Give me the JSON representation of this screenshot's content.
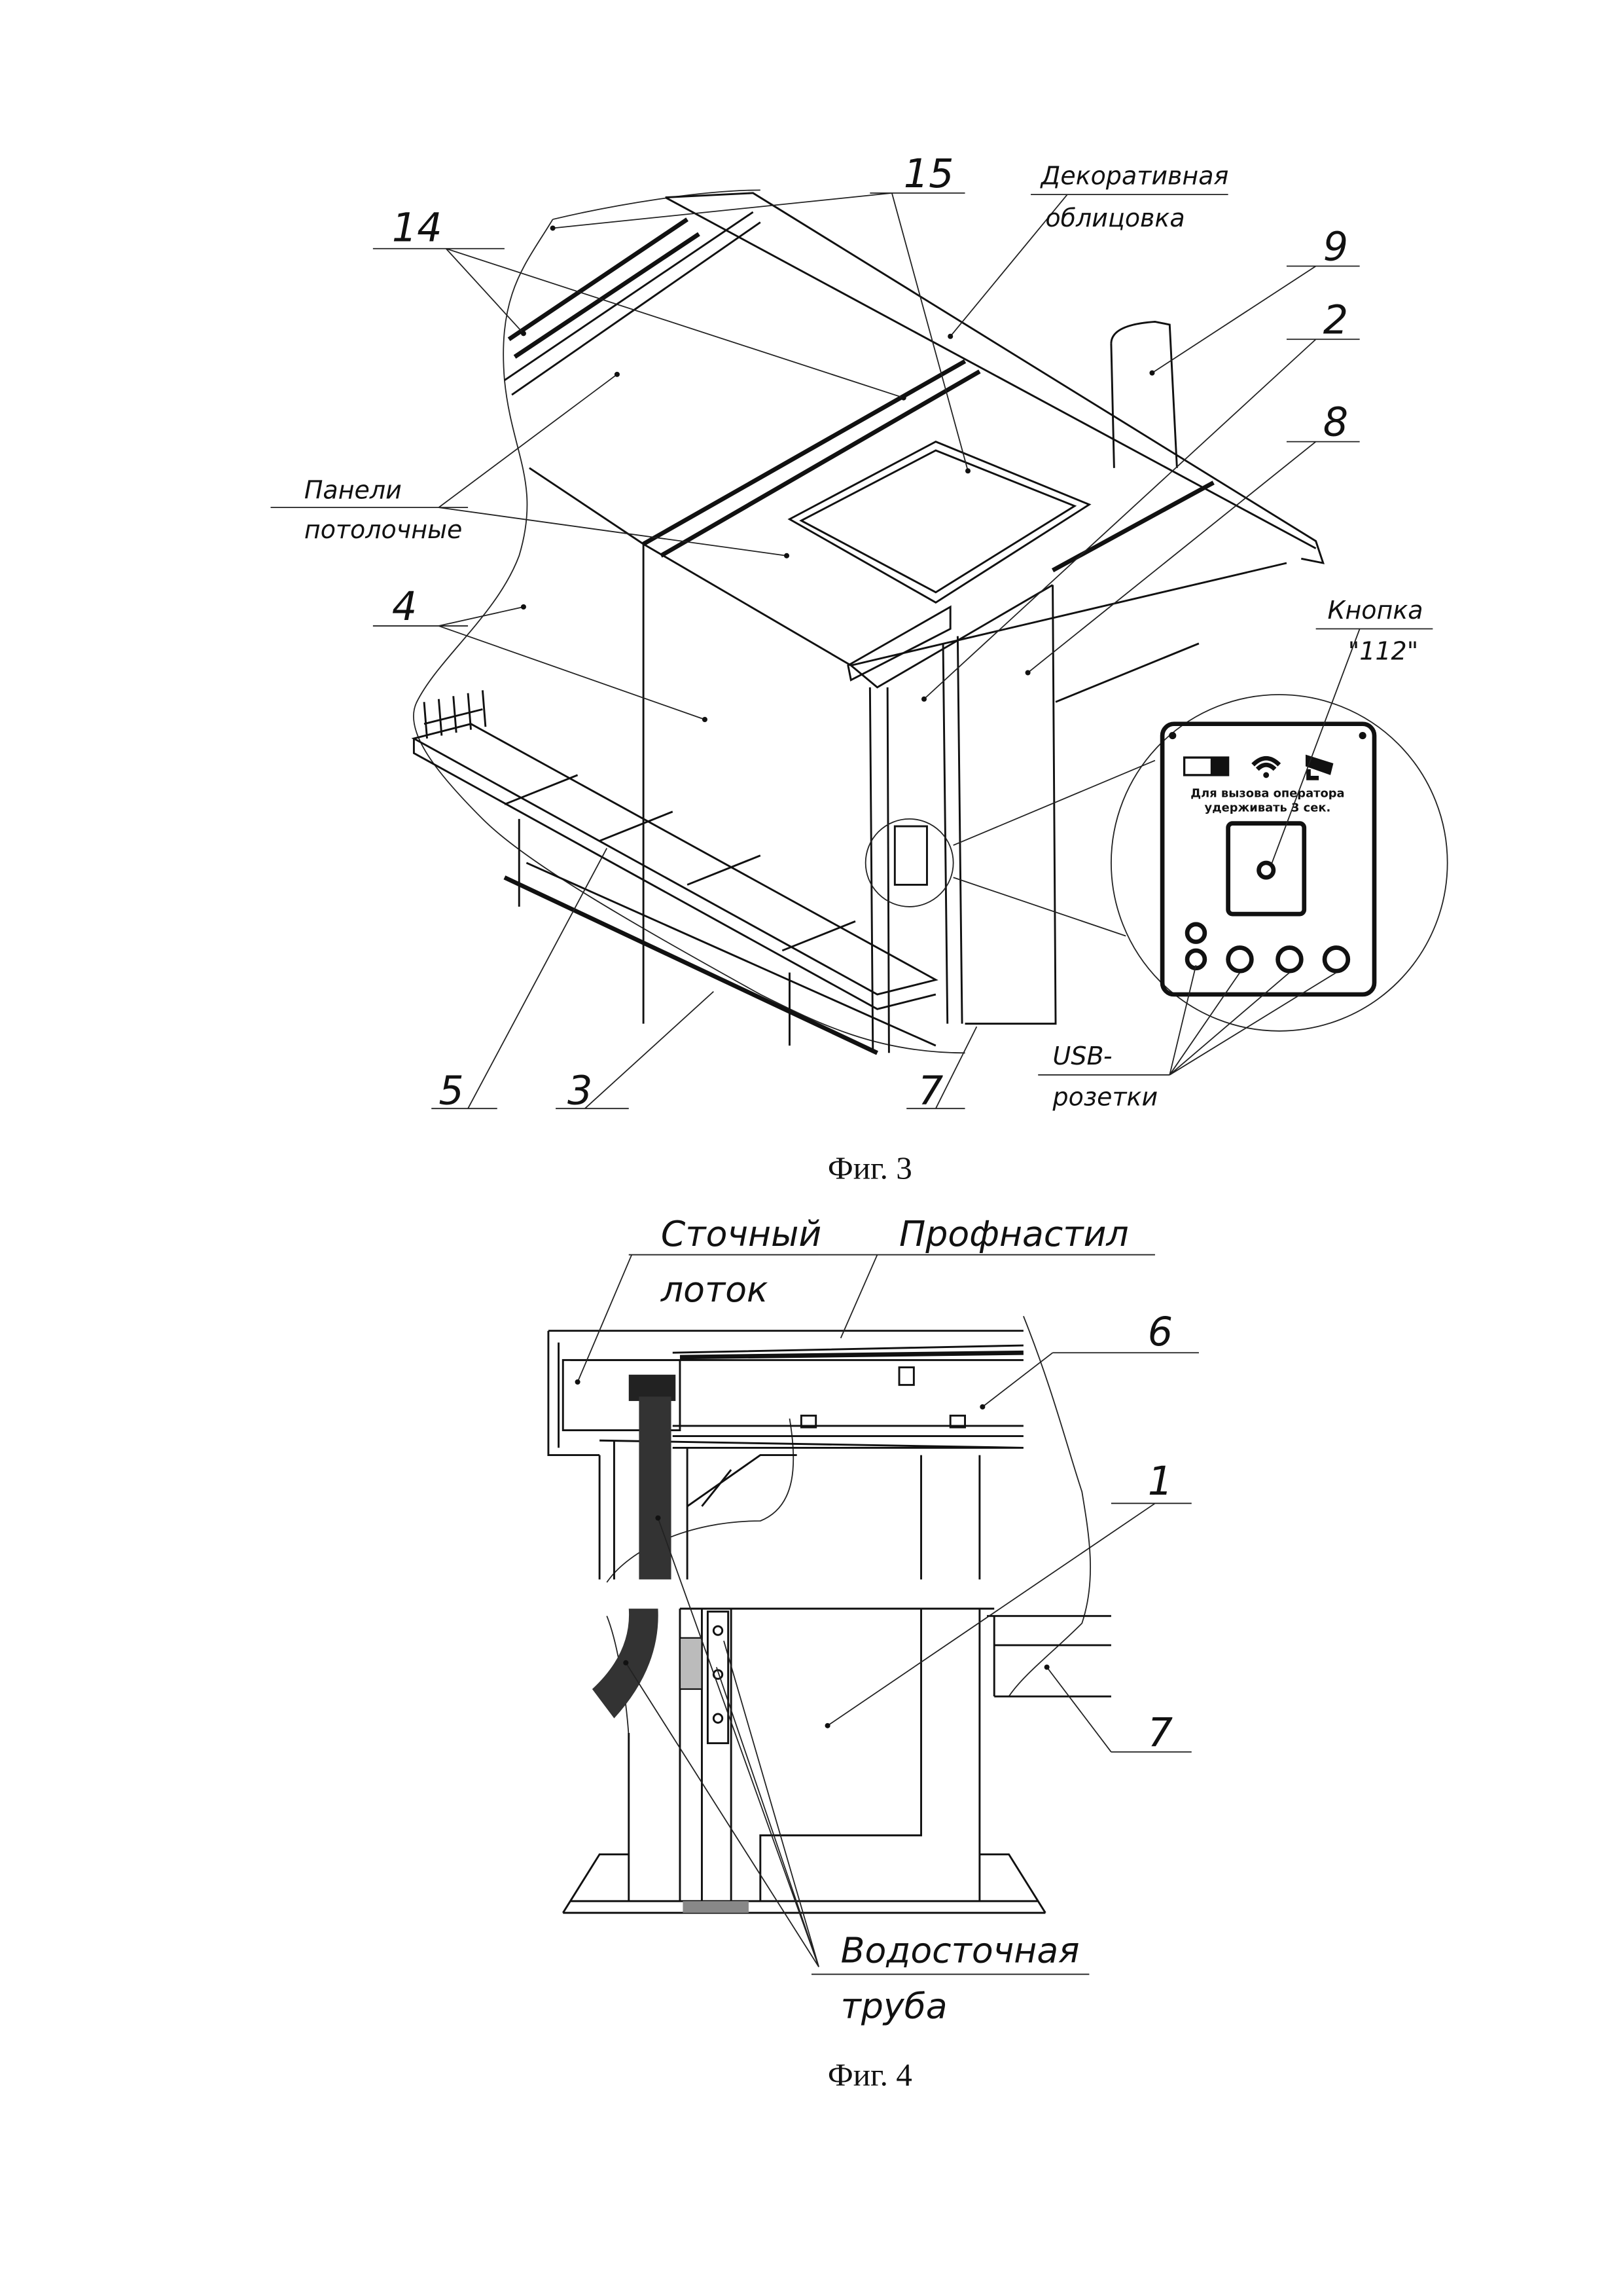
{
  "figure3": {
    "caption": "Фиг. 3",
    "labels": {
      "l14": "14",
      "l15": "15",
      "decor_line1": "Декоративная",
      "decor_line2": "облицовка",
      "l9": "9",
      "l2": "2",
      "l8": "8",
      "panels_line1": "Панели",
      "panels_line2": "потолочные",
      "l4": "4",
      "button_line1": "Кнопка",
      "button_line2": "\"112\"",
      "l5": "5",
      "l3": "3",
      "l7": "7",
      "usb_line1": "USB-",
      "usb_line2": "розетки"
    },
    "call_panel": {
      "icons": [
        "battery-icon",
        "wifi-icon",
        "camera-icon"
      ],
      "text_line1": "Для вызова оператора",
      "text_line2": "удерживать 3 сек."
    }
  },
  "figure4": {
    "caption": "Фиг. 4",
    "labels": {
      "gutter_line1": "Сточный",
      "gutter_line2": "лоток",
      "decking": "Профнастил",
      "l6": "6",
      "l1": "1",
      "l7": "7",
      "pipe_line1": "Водосточная",
      "pipe_line2": "труба"
    }
  }
}
